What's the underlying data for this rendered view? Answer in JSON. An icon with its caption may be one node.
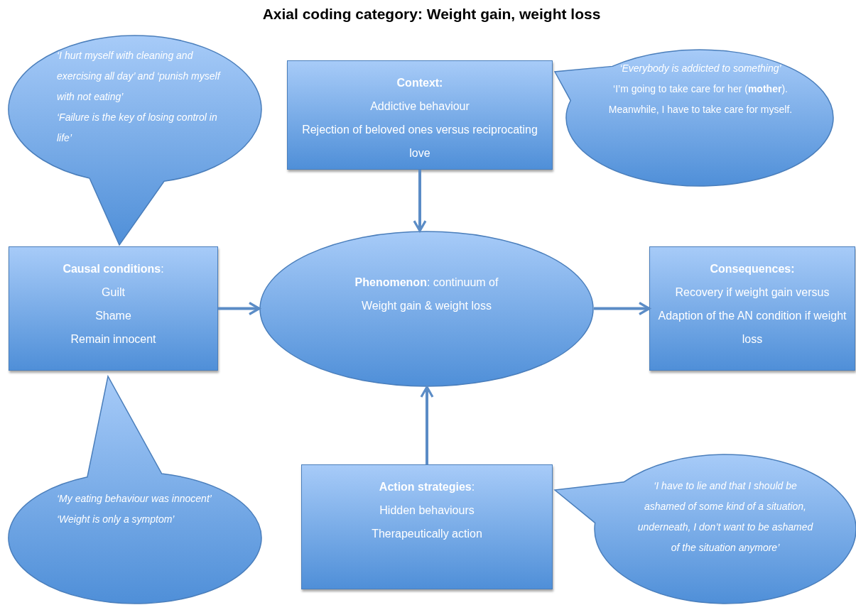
{
  "diagram": {
    "title": "Axial coding category: Weight gain, weight loss",
    "nodes": [
      {
        "text": [
          "‘I hurt myself with cleaning and exercising all day’ and ‘punish myself with not eating’",
          "‘Failure is the key of losing control in life’"
        ]
      },
      {
        "text": [
          "Context:",
          "Addictive behaviour",
          "Rejection of beloved ones versus reciprocating love"
        ]
      },
      {
        "text": [
          "*‘Everybody is addicted to something’*",
          "‘I’m going to take care for her (**mother**). Meanwhile, I have to take care for myself."
        ]
      },
      {
        "text": [
          "**Causal conditions**:",
          "Guilt",
          "Shame",
          "Remain innocent"
        ]
      },
      {
        "text": [
          "**Phenomenon**: continuum of Weight gain & weight loss"
        ]
      },
      {
        "text": [
          "Consequences:",
          "Recovery if weight gain versus",
          "Adaption of the AN condition if weight loss"
        ]
      },
      {
        "text": [
          "‘My eating behaviour was innocent’",
          "‘Weight is only a symptom’"
        ]
      },
      {
        "text": [
          "**Action strategies**:",
          "Hidden behaviours",
          "Therapeutically action"
        ]
      },
      {
        "text": [
          "‘I have to lie and that I should be ashamed of some kind of a situation, underneath, I don’t want to be ashamed of the situation anymore’"
        ]
      }
    ],
    "edges": [
      {
        "from": 1,
        "to": 4,
        "arrow": "to"
      },
      {
        "from": 3,
        "to": 4,
        "arrow": "to"
      },
      {
        "from": 4,
        "to": 5,
        "arrow": "to"
      },
      {
        "from": 7,
        "to": 4,
        "arrow": "to"
      }
    ]
  }
}
